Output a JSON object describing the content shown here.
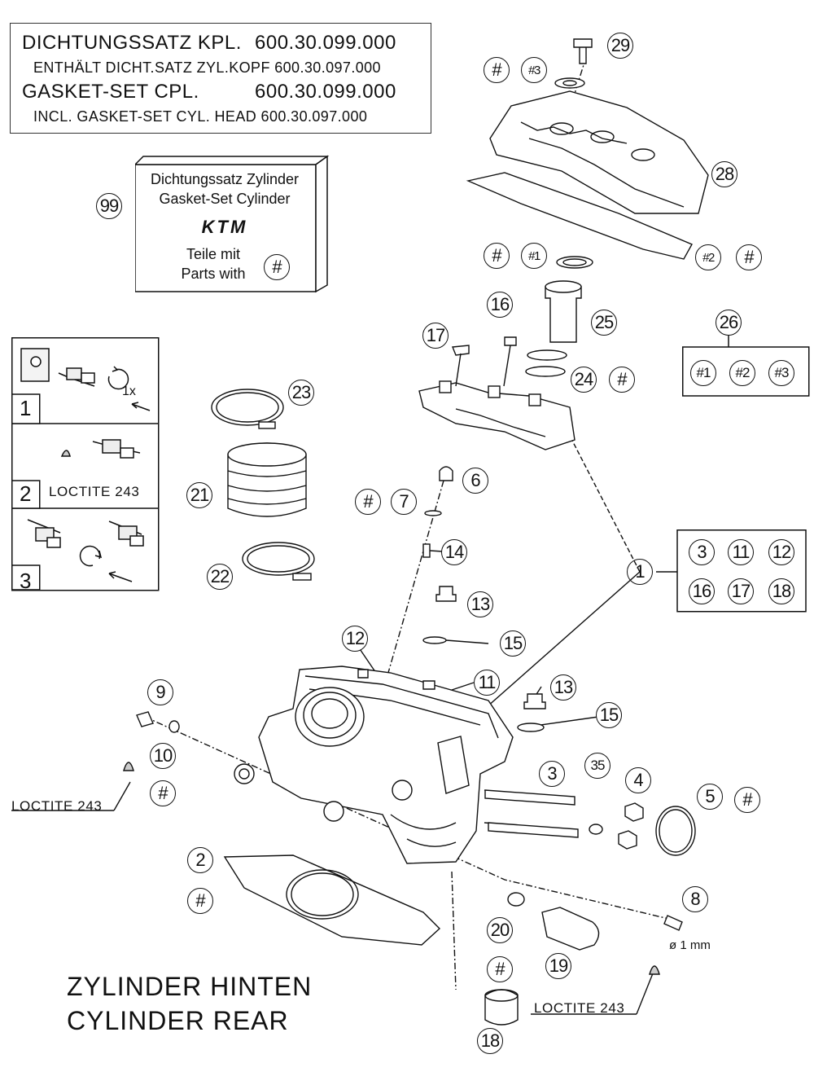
{
  "header_box": {
    "line1_label": "DICHTUNGSSATZ KPL.",
    "line1_number": "600.30.099.000",
    "line2": "ENTHÄLT DICHT.SATZ ZYL.KOPF 600.30.097.000",
    "line3_label": "GASKET-SET CPL.",
    "line3_number": "600.30.099.000",
    "line4": "INCL. GASKET-SET CYL. HEAD 600.30.097.000"
  },
  "gasket_box": {
    "ref": "99",
    "line1": "Dichtungssatz Zylinder",
    "line2": "Gasket-Set Cylinder",
    "logo_text": "KTM",
    "line3": "Teile mit",
    "line4": "Parts with",
    "marker": "#"
  },
  "steps": [
    {
      "number": "1",
      "note": "1x"
    },
    {
      "number": "2",
      "note": "LOCTITE 243"
    },
    {
      "number": "3",
      "note": ""
    }
  ],
  "legend_26": {
    "ref": "26",
    "items": [
      "#1",
      "#2",
      "#3"
    ]
  },
  "legend_1": {
    "ref": "1",
    "items": [
      "3",
      "11",
      "12",
      "16",
      "17",
      "18"
    ]
  },
  "loctite_labels": [
    "LOCTITE 243",
    "LOCTITE 243"
  ],
  "dimension_label": "ø 1 mm",
  "title": {
    "line1": "ZYLINDER HINTEN",
    "line2": "CYLINDER REAR"
  },
  "callouts": [
    {
      "label": "29"
    },
    {
      "label": "#"
    },
    {
      "label": "#3"
    },
    {
      "label": "28"
    },
    {
      "label": "#"
    },
    {
      "label": "#1"
    },
    {
      "label": "#2"
    },
    {
      "label": "#"
    },
    {
      "label": "16"
    },
    {
      "label": "25"
    },
    {
      "label": "17"
    },
    {
      "label": "24"
    },
    {
      "label": "#"
    },
    {
      "label": "23"
    },
    {
      "label": "21"
    },
    {
      "label": "22"
    },
    {
      "label": "6"
    },
    {
      "label": "#"
    },
    {
      "label": "7"
    },
    {
      "label": "14"
    },
    {
      "label": "13"
    },
    {
      "label": "15"
    },
    {
      "label": "12"
    },
    {
      "label": "11"
    },
    {
      "label": "13"
    },
    {
      "label": "15"
    },
    {
      "label": "9"
    },
    {
      "label": "10"
    },
    {
      "label": "#"
    },
    {
      "label": "3"
    },
    {
      "label": "35"
    },
    {
      "label": "4"
    },
    {
      "label": "5"
    },
    {
      "label": "#"
    },
    {
      "label": "2"
    },
    {
      "label": "#"
    },
    {
      "label": "8"
    },
    {
      "label": "20"
    },
    {
      "label": "#"
    },
    {
      "label": "19"
    },
    {
      "label": "18"
    }
  ]
}
